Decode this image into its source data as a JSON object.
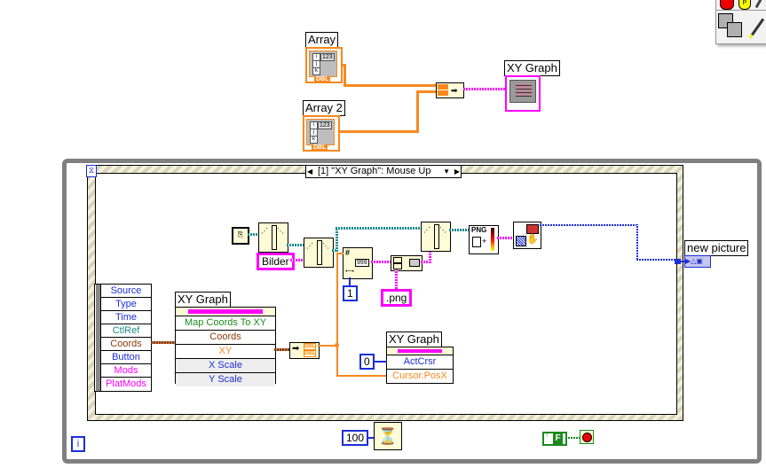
{
  "palette": {
    "title": "tools-palette"
  },
  "top_diagram": {
    "array1_label": "Array",
    "array2_label": "Array 2",
    "array_type": "DBL",
    "array_digits": "123",
    "xy_graph_label": "XY Graph"
  },
  "event_structure": {
    "case_selector": "[1] \"XY Graph\": Mouse Up",
    "event_data_items": [
      "Source",
      "Type",
      "Time",
      "CtlRef",
      "Coords",
      "Button",
      "Mods",
      "PlatMods"
    ],
    "property_node": {
      "label": "XY Graph",
      "items": [
        "Map Coords To XY",
        "Coords",
        "XY",
        "X Scale",
        "Y Scale"
      ]
    },
    "cursor_node": {
      "label": "XY Graph",
      "items": [
        "ActCrsr",
        "Cursor.PosX"
      ]
    },
    "const_actcrsr": "0",
    "const_one": "1",
    "const_bilder": "Bilder",
    "const_png": ".png",
    "format_digits": "999",
    "png_label": "PNG",
    "dbl_tag": "DBL",
    "new_picture_label": "new picture"
  },
  "while_loop": {
    "wait_ms": "100",
    "iteration": "i",
    "bool_const": "F"
  }
}
